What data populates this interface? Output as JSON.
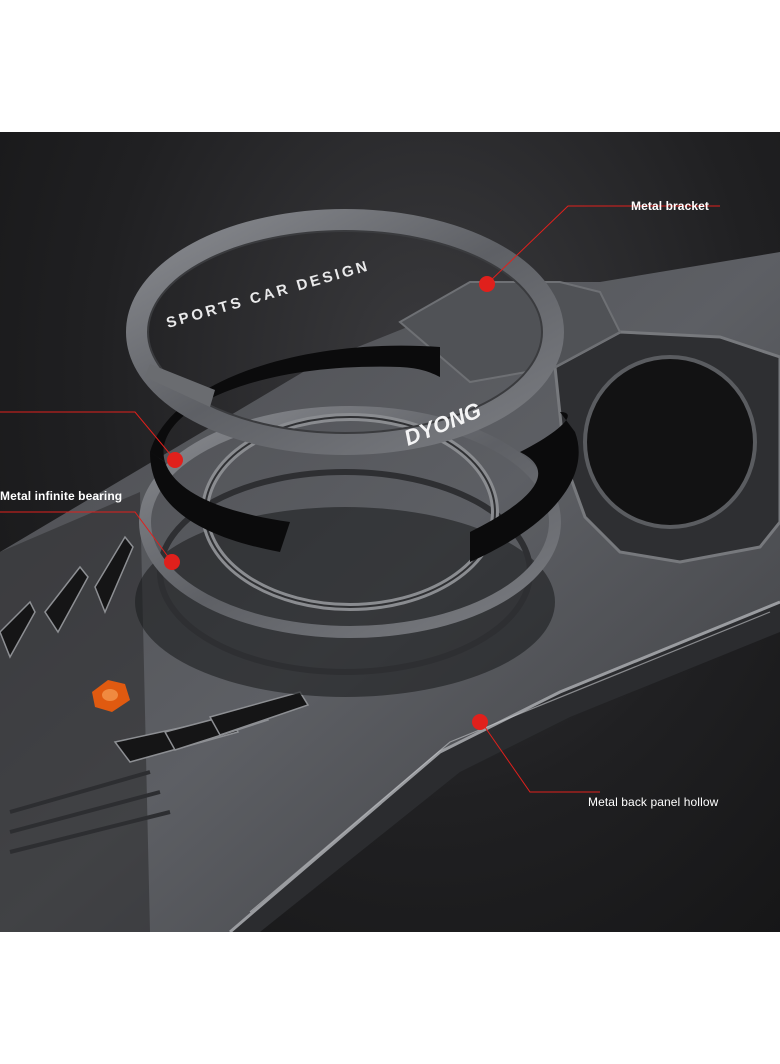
{
  "callouts": {
    "bracket": "Metal bracket",
    "bearing": "Metal infinite bearing",
    "panel": "Metal back panel hollow"
  },
  "ring_text": {
    "arc": "SPORTS CAR DESIGN",
    "brand": "DYONG"
  },
  "colors": {
    "accent": "#e0201c",
    "orange_button": "#e05a10",
    "background": "#1c1c1e",
    "metal": "#6b6d72"
  }
}
